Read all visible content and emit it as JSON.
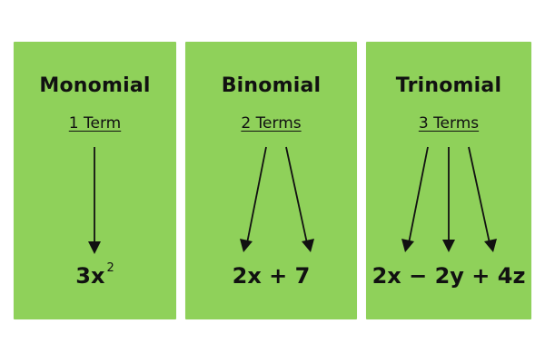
{
  "cards": [
    {
      "title": "Monomial",
      "terms": "1 Term",
      "expression": "3x",
      "exponent": "2"
    },
    {
      "title": "Binomial",
      "terms": "2 Terms",
      "expression": "2x + 7"
    },
    {
      "title": "Trinomial",
      "terms": "3 Terms",
      "expression": "2x − 2y + 4z"
    }
  ],
  "colors": {
    "card": "#8fd15a",
    "text": "#111111",
    "background": "#ffffff"
  }
}
